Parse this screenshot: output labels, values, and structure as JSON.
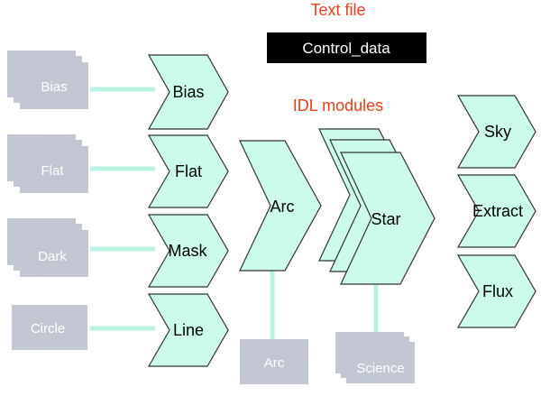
{
  "colors": {
    "heading": "#e8401c",
    "module_fill": "#ccfbec",
    "connector": "#b9f2e0",
    "control_box": "#000000",
    "control_text": "#ffffff",
    "frame_label": "#ffffff"
  },
  "headings": {
    "text_file": "Text file",
    "idl_modules": "IDL modules"
  },
  "control_box": {
    "label": "Control_data"
  },
  "frames": {
    "bias": "Bias",
    "flat": "Flat",
    "dark": "Dark",
    "circle": "Circle",
    "arc": "Arc",
    "science": "Science"
  },
  "modules": {
    "bias": "Bias",
    "flat": "Flat",
    "mask": "Mask",
    "line": "Line",
    "arc": "Arc",
    "star": "Star",
    "sky": "Sky",
    "extract": "Extract",
    "flux": "Flux"
  },
  "icons": {
    "frame_texture": "noise-pattern"
  }
}
